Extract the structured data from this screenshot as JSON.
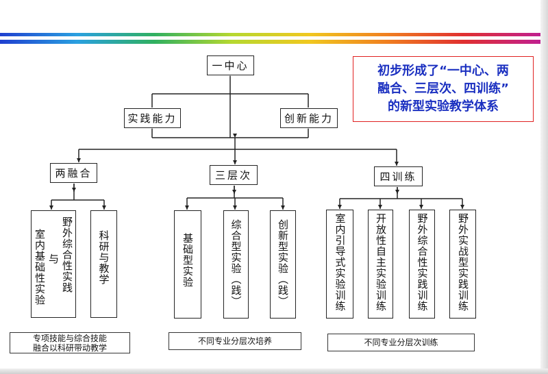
{
  "colors": {
    "connector": "#222222",
    "callout_text": "#1a2fc0",
    "callout_border": "#e02020"
  },
  "top_band": [
    "#1f3fd0",
    "#2aa0e0",
    "#30b060",
    "#b6d830",
    "#f0c820",
    "#f08020",
    "#e03030",
    "#c02090"
  ],
  "callout": {
    "line1": "初步形成了“一中心、两",
    "line2": "融合、三层次、四训练”",
    "line3": "的新型实验教学体系"
  },
  "center": "一中心",
  "abilities": [
    "实践能力",
    "创新能力"
  ],
  "branches": [
    {
      "label": "两融合",
      "note": {
        "line1": "专项技能与综合技能",
        "line2": "融合以科研带动教学"
      }
    },
    {
      "label": "三层次",
      "note": {
        "line1": "不同专业分层次培养"
      }
    },
    {
      "label": "四训练",
      "note": {
        "line1": "不同专业分层次训练"
      }
    }
  ],
  "leaves": {
    "fusion_practice": {
      "col_left": "室内基础性实验",
      "connector": "与",
      "col_right": "野外综合性实践"
    },
    "research_teaching": "科研与教学",
    "basic_exp": "基础型实验",
    "comprehensive_exp": "综合型实验（践）",
    "innovative_exp": "创新型实验（践）",
    "indoor_training": "室内引导式实验训练",
    "open_training": "开放性自主实验训练",
    "field_comp_training": "野外综合性实践训练",
    "field_combat_training": "野外实战型实践训练"
  }
}
